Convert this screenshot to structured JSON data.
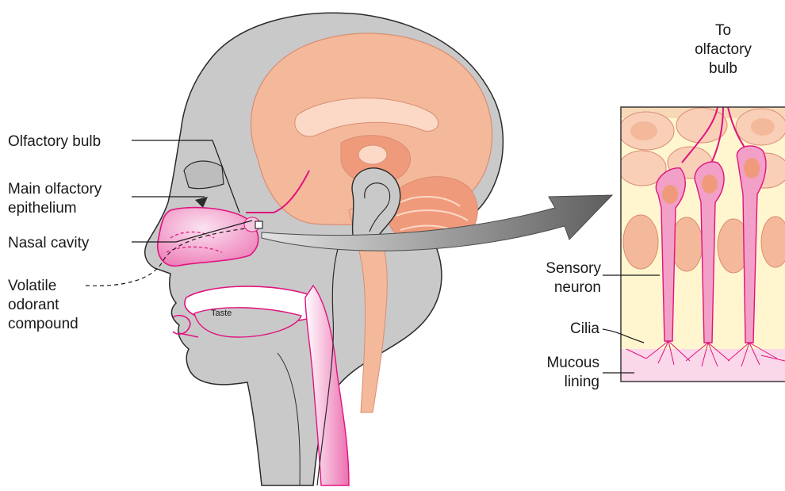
{
  "labels": {
    "olfactory_bulb": "Olfactory bulb",
    "main_epithelium_line1": "Main olfactory",
    "main_epithelium_line2": "epithelium",
    "nasal_cavity": "Nasal cavity",
    "volatile_line1": "Volatile",
    "volatile_line2": "odorant",
    "volatile_line3": "compound",
    "taste": "Taste",
    "to_bulb_line1": "To",
    "to_bulb_line2": "olfactory",
    "to_bulb_line3": "bulb",
    "sensory_line1": "Sensory",
    "sensory_line2": "neuron",
    "cilia": "Cilia",
    "mucous_line1": "Mucous",
    "mucous_line2": "lining"
  },
  "colors": {
    "head": "#c9c9c9",
    "head_outline": "#2b2b2b",
    "brain": "#f4b99a",
    "brain_dark": "#f09a7c",
    "brain_light": "#fbd9c6",
    "magenta": "#e0147f",
    "pink_fill": "#f7c7e0",
    "cream": "#fff6cf",
    "arrow": "#8f8f8f"
  }
}
